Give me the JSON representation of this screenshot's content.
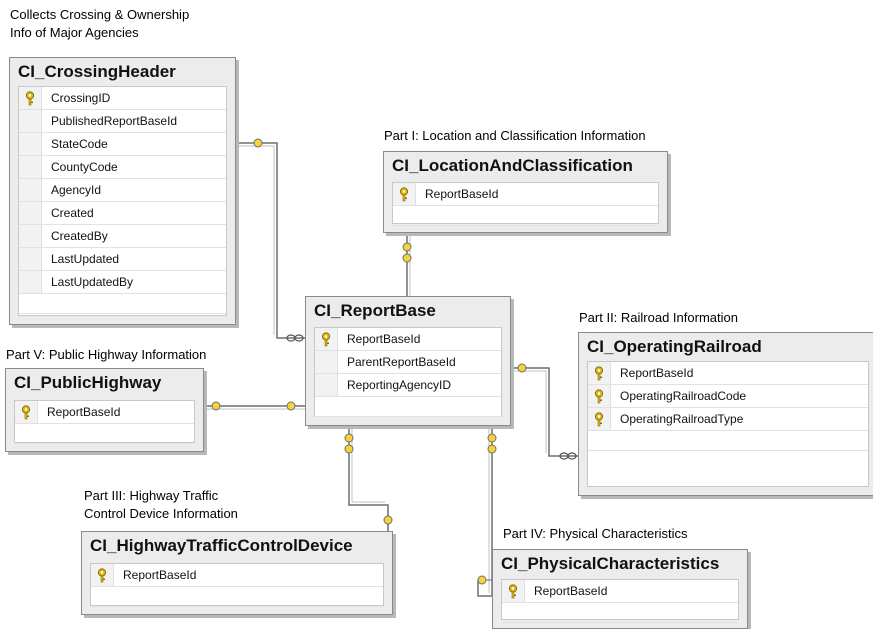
{
  "captions": {
    "crossing_header": "Collects Crossing & Ownership Info of Major Agencies",
    "crossing_header_line1": "Collects Crossing & Ownership",
    "crossing_header_line2": "Info of Major Agencies",
    "location": "Part I: Location and Classification Information",
    "railroad": "Part II: Railroad Information",
    "public_highway": "Part V: Public Highway Information",
    "traffic_line1": "Part III: Highway Traffic",
    "traffic_line2": "Control Device Information",
    "physical": "Part IV: Physical Characteristics"
  },
  "tables": {
    "crossing_header": {
      "name": "CI_CrossingHeader",
      "columns": [
        {
          "name": "CrossingID",
          "key": true
        },
        {
          "name": "PublishedReportBaseId",
          "key": false
        },
        {
          "name": "StateCode",
          "key": false
        },
        {
          "name": "CountyCode",
          "key": false
        },
        {
          "name": "AgencyId",
          "key": false
        },
        {
          "name": "Created",
          "key": false
        },
        {
          "name": "CreatedBy",
          "key": false
        },
        {
          "name": "LastUpdated",
          "key": false
        },
        {
          "name": "LastUpdatedBy",
          "key": false
        }
      ]
    },
    "location": {
      "name": "CI_LocationAndClassification",
      "columns": [
        {
          "name": "ReportBaseId",
          "key": true
        }
      ]
    },
    "report_base": {
      "name": "CI_ReportBase",
      "columns": [
        {
          "name": "ReportBaseId",
          "key": true
        },
        {
          "name": "ParentReportBaseId",
          "key": false
        },
        {
          "name": "ReportingAgencyID",
          "key": false
        }
      ]
    },
    "operating_railroad": {
      "name": "CI_OperatingRailroad",
      "columns": [
        {
          "name": "ReportBaseId",
          "key": true
        },
        {
          "name": "OperatingRailroadCode",
          "key": true
        },
        {
          "name": "OperatingRailroadType",
          "key": true
        }
      ]
    },
    "public_highway": {
      "name": "CI_PublicHighway",
      "columns": [
        {
          "name": "ReportBaseId",
          "key": true
        }
      ]
    },
    "traffic_control": {
      "name": "CI_HighwayTrafficControlDevice",
      "columns": [
        {
          "name": "ReportBaseId",
          "key": true
        }
      ]
    },
    "physical": {
      "name": "CI_PhysicalCharacteristics",
      "columns": [
        {
          "name": "ReportBaseId",
          "key": true
        }
      ]
    }
  },
  "colors": {
    "key_icon": "#e0b81a",
    "table_bg": "#ececec",
    "connector": "#6f6f6f"
  }
}
